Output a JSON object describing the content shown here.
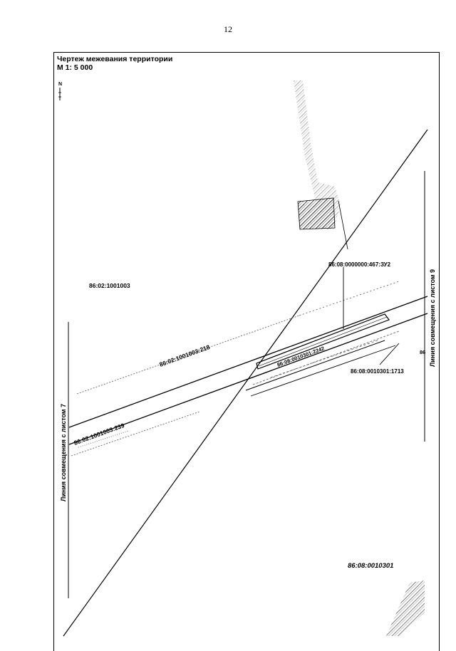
{
  "page_number": "12",
  "title": "Чертеж межевания территории",
  "scale": "М 1: 5 000",
  "north_arrow": "N",
  "labels": {
    "quarter_left": "86:02:1001003",
    "parcel_218": "86:02:1001003:218",
    "parcel_239": "86:02:1001003:239",
    "zu2": "86:08:0000000:467:ЗУ2",
    "parcel_2242": "86:08:0010301:2242",
    "parcel_1713": "86:08:0010301:1713",
    "quarter_right": "86:08:0010301",
    "edge_fragment": "86"
  },
  "match_lines": {
    "left": "Линия совмещения с листом 7",
    "right": "Линия совмещения с листом 9"
  }
}
